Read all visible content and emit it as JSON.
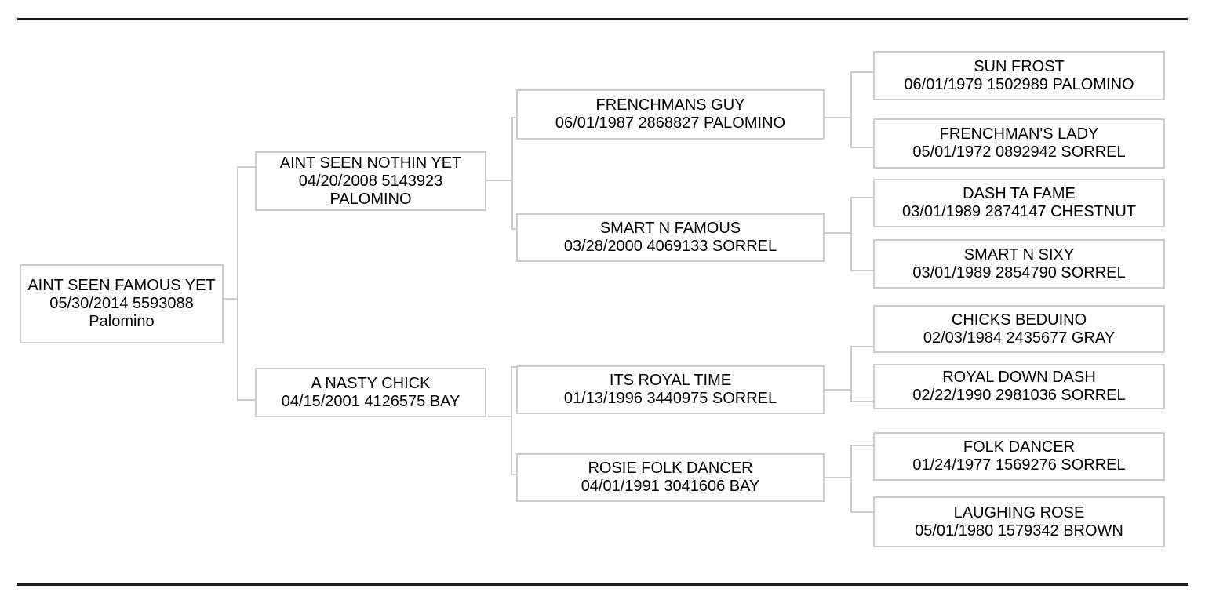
{
  "report": {
    "type_label": "pedigree-chart",
    "generations": 4
  },
  "colors": {
    "page_background": "#ffffff",
    "box_border": "#cccccc",
    "connector_line": "#cccccc",
    "rule": "#1a1a1a",
    "text": "#000000"
  },
  "nodes": {
    "subject": {
      "name": "AINT SEEN FAMOUS YET",
      "info": "05/30/2014 5593088",
      "color": "Palomino"
    },
    "sire": {
      "name": "AINT SEEN NOTHIN YET",
      "info": "04/20/2008 5143923 PALOMINO"
    },
    "dam": {
      "name": "A NASTY CHICK",
      "info": "04/15/2001 4126575 BAY"
    },
    "sire_sire": {
      "name": "FRENCHMANS GUY",
      "info": "06/01/1987 2868827 PALOMINO"
    },
    "sire_dam": {
      "name": "SMART N FAMOUS",
      "info": "03/28/2000 4069133 SORREL"
    },
    "dam_sire": {
      "name": "ITS ROYAL TIME",
      "info": "01/13/1996 3440975 SORREL"
    },
    "dam_dam": {
      "name": "ROSIE FOLK DANCER",
      "info": "04/01/1991 3041606 BAY"
    },
    "sire_sire_sire": {
      "name": "SUN FROST",
      "info": "06/01/1979 1502989 PALOMINO"
    },
    "sire_sire_dam": {
      "name": "FRENCHMAN'S LADY",
      "info": "05/01/1972 0892942 SORREL"
    },
    "sire_dam_sire": {
      "name": "DASH TA FAME",
      "info": "03/01/1989 2874147 CHESTNUT"
    },
    "sire_dam_dam": {
      "name": "SMART N SIXY",
      "info": "03/01/1989 2854790 SORREL"
    },
    "dam_sire_sire": {
      "name": "CHICKS BEDUINO",
      "info": "02/03/1984 2435677 GRAY"
    },
    "dam_sire_dam": {
      "name": "ROYAL DOWN DASH",
      "info": "02/22/1990 2981036 SORREL"
    },
    "dam_dam_sire": {
      "name": "FOLK DANCER",
      "info": "01/24/1977 1569276 SORREL"
    },
    "dam_dam_dam": {
      "name": "LAUGHING ROSE",
      "info": "05/01/1980 1579342 BROWN"
    }
  }
}
